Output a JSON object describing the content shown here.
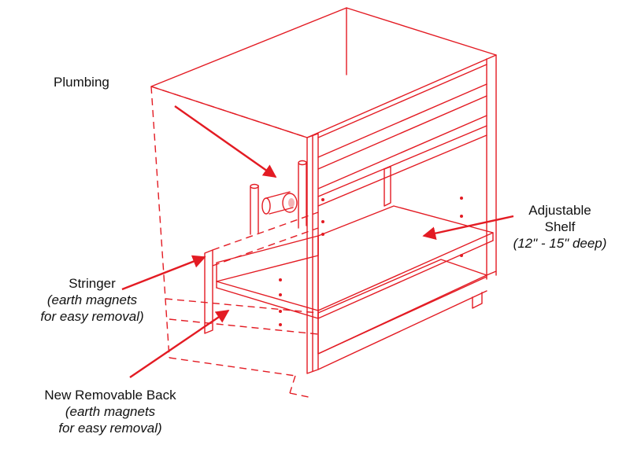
{
  "labels": {
    "plumbing": "Plumbing",
    "shelf_title_1": "Adjustable",
    "shelf_title_2": "Shelf",
    "shelf_note": "(12\" - 15\" deep)",
    "stringer_title": "Stringer",
    "stringer_note_1": "(earth magnets",
    "stringer_note_2": "for easy removal)",
    "back_title": "New Removable Back",
    "back_note_1": "(earth magnets",
    "back_note_2": "for easy removal)"
  },
  "colors": {
    "line": "#e31b23",
    "text": "#111111",
    "background": "#ffffff"
  }
}
